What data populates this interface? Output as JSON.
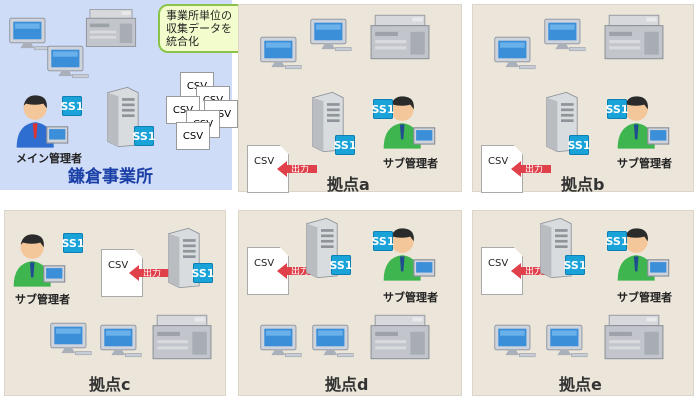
{
  "main_office": {
    "name": "鎌倉事業所",
    "admin_label": "メイン管理者",
    "bubble_lines": [
      "事業所単位の",
      "収集データを",
      "統合化"
    ],
    "csv_docs": [
      "CSV",
      "CSV",
      "CSV",
      "CSV",
      "CSV",
      "CSV"
    ]
  },
  "sites": [
    {
      "name": "拠点a",
      "admin_label": "サブ管理者",
      "csv_label": "CSV",
      "export_label": "出力"
    },
    {
      "name": "拠点b",
      "admin_label": "サブ管理者",
      "csv_label": "CSV",
      "export_label": "出力"
    },
    {
      "name": "拠点c",
      "admin_label": "サブ管理者",
      "csv_label": "CSV",
      "export_label": "出力"
    },
    {
      "name": "拠点d",
      "admin_label": "サブ管理者",
      "csv_label": "CSV",
      "export_label": "出力"
    },
    {
      "name": "拠点e",
      "admin_label": "サブ管理者",
      "csv_label": "CSV",
      "export_label": "出力"
    }
  ],
  "ss1_badge": "SS1",
  "colors": {
    "main_bg": "#cfdcf8",
    "site_bg": "#ece6da",
    "badge": "#1aa3d8",
    "bubble_bg": "#f3fccc",
    "bubble_border": "#8bc34a",
    "arrow": "#e0404a"
  },
  "icons": [
    "monitor-icon",
    "printer-icon",
    "server-icon",
    "admin-person-icon",
    "document-icon"
  ]
}
